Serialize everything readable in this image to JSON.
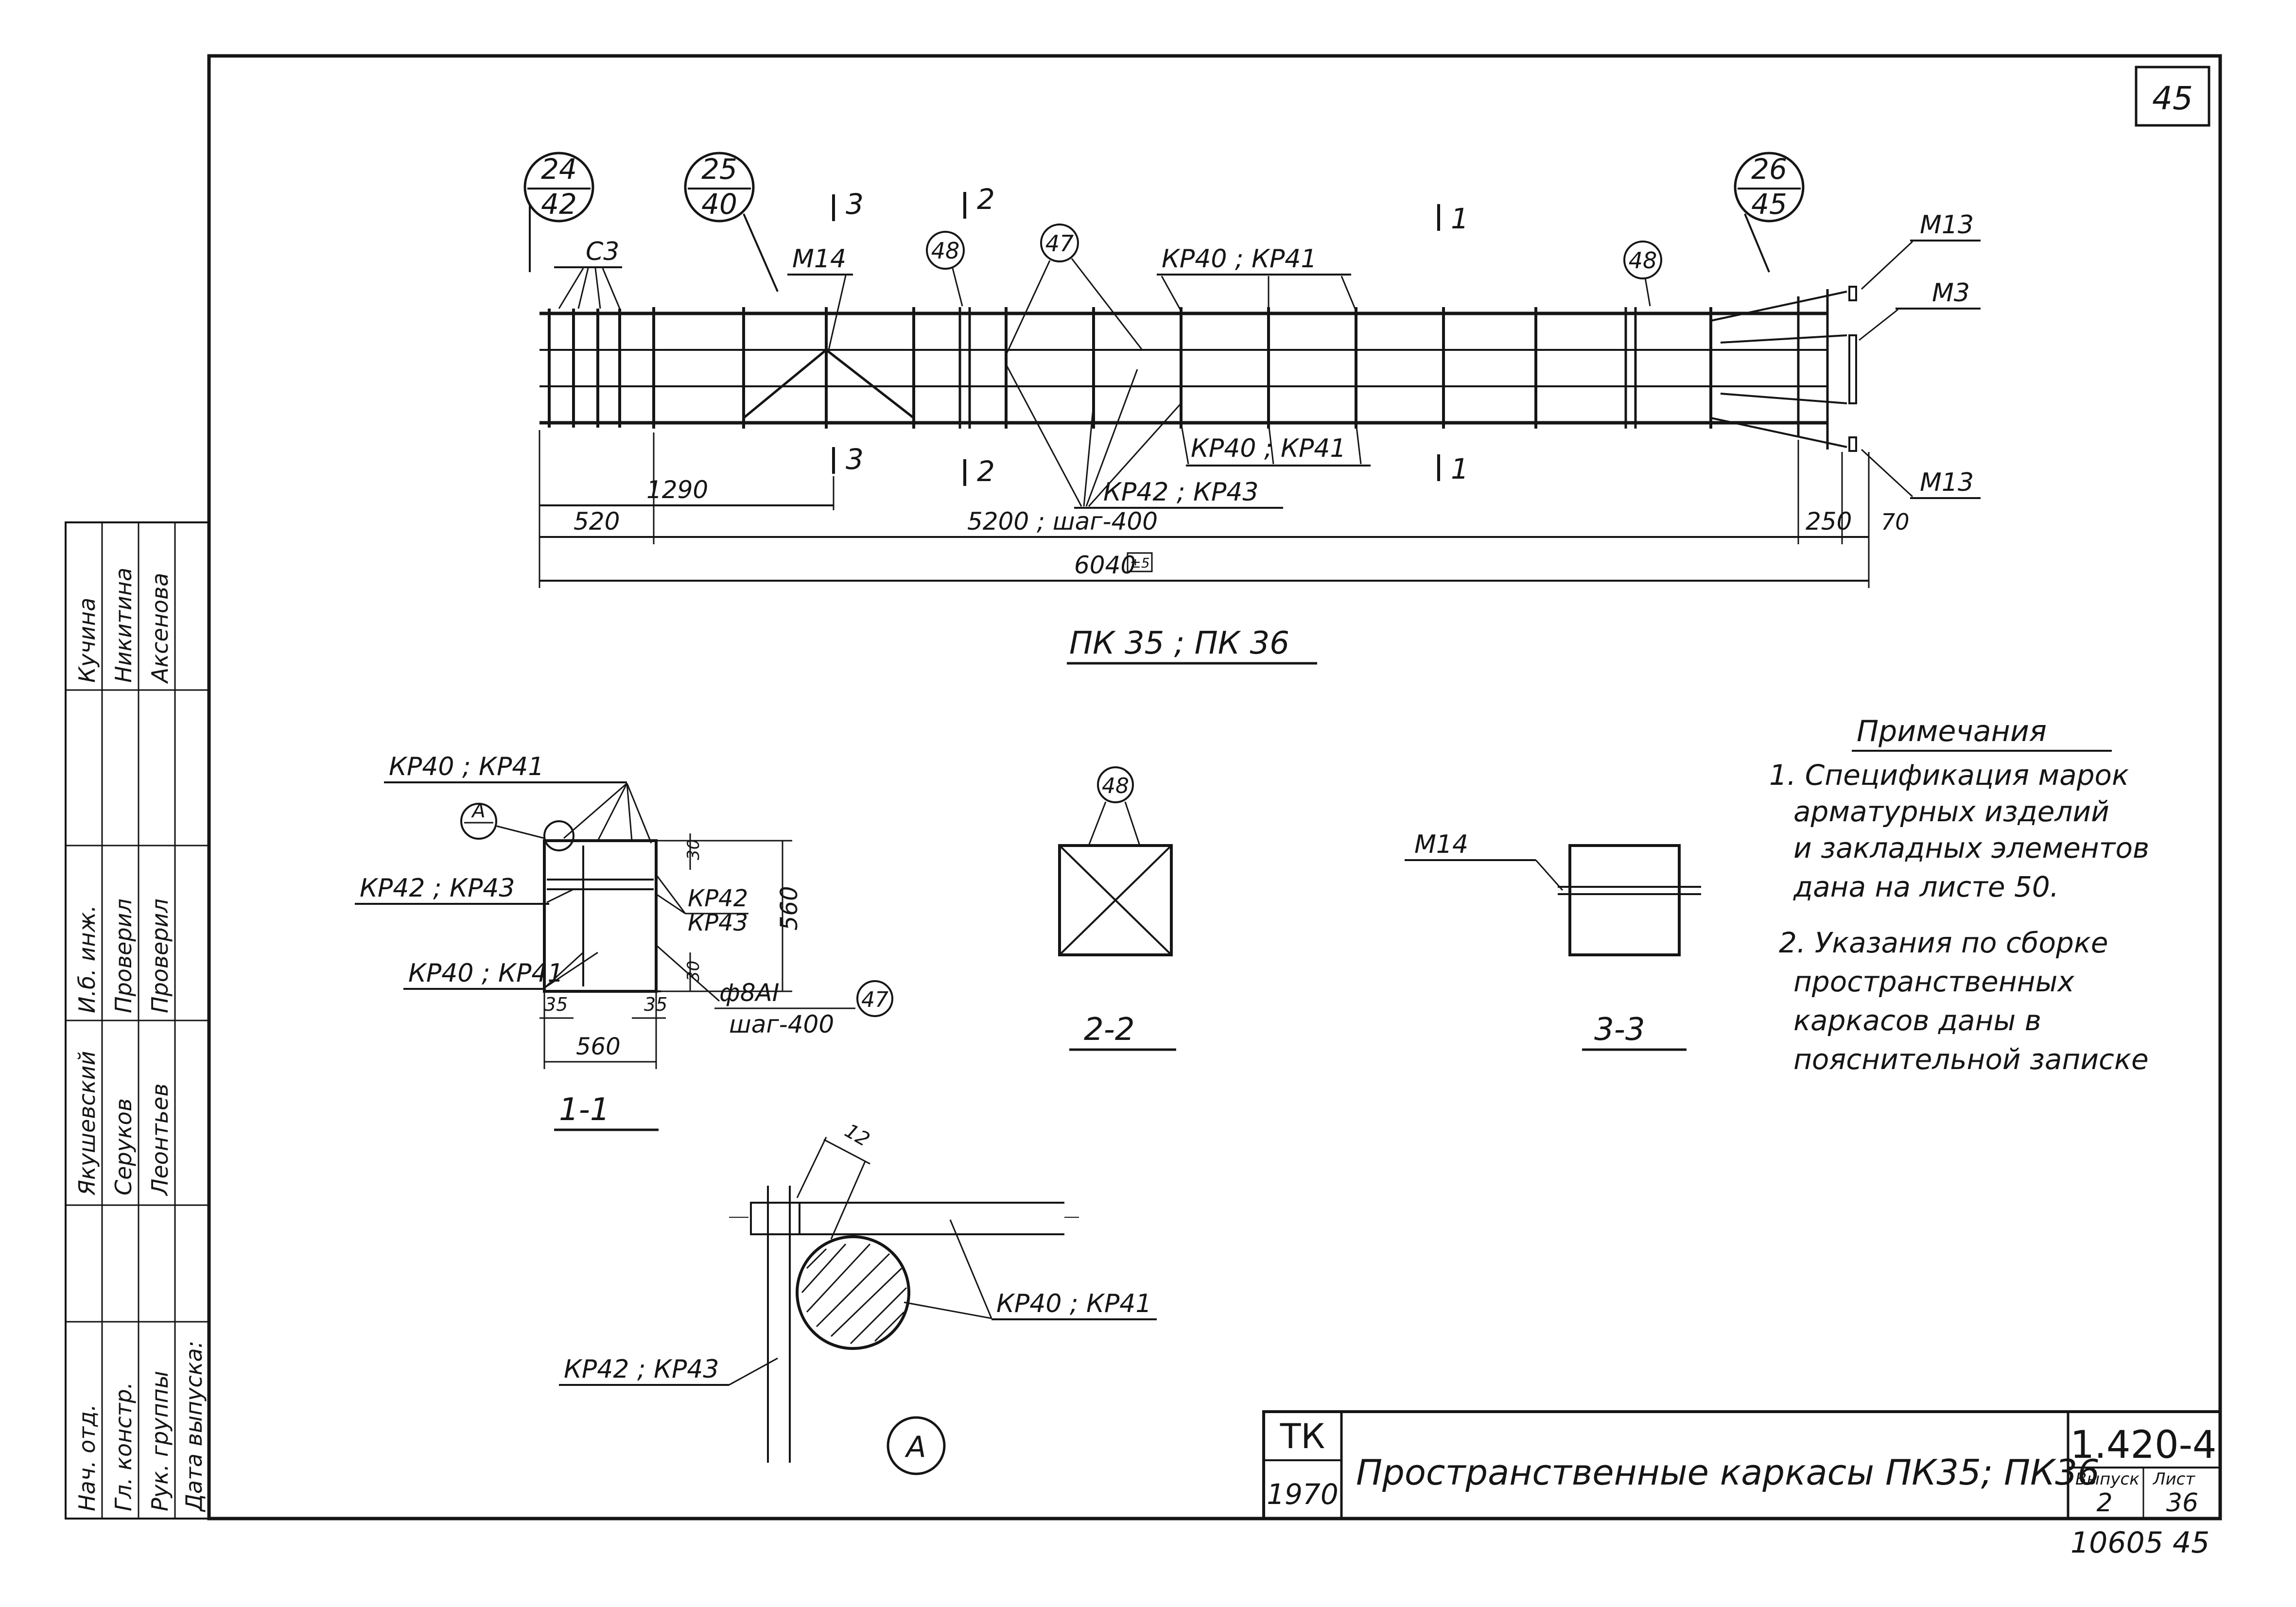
{
  "sheet": {
    "number": "45"
  },
  "main_view": {
    "title": "ПК 35 ; ПК 36",
    "callout_1": {
      "top": "24",
      "bottom": "42"
    },
    "callout_2": {
      "top": "25",
      "bottom": "40"
    },
    "callout_3": {
      "top": "26",
      "bottom": "45"
    },
    "marker_48": "48",
    "marker_47": "47",
    "label_c3": "С3",
    "label_m14": "М14",
    "label_kr40_top": "КР40 ; КР41",
    "label_kr40_bottom": "КР40 ; КР41",
    "label_kr42": "КР42 ; КР43",
    "label_m13_top": "М13",
    "label_m3": "М3",
    "label_m13_bottom": "М13",
    "cut_1": "1",
    "cut_2": "2",
    "cut_3": "3",
    "dim_1290": "1290",
    "dim_520": "520",
    "dim_5200": "5200 ; шаг-400",
    "dim_250": "250",
    "dim_70": "70",
    "dim_6040": "6040",
    "dim_6040_tol": "±5"
  },
  "section_1_1": {
    "title": "1-1",
    "label_kr40_top": "КР40 ; КР41",
    "label_kr42_left": "КР42 ; КР43",
    "label_kr40_bottom": "КР40 ; КР41",
    "label_kr42_right": "КР42",
    "label_kr43_right": "КР43",
    "marker_a": "А",
    "dim_30_top": "30",
    "dim_560_v": "560",
    "dim_30_bottom": "30",
    "dim_35_left": "35",
    "dim_35_right": "35",
    "dim_560_h": "560",
    "rebar_note_1": "ф8АI",
    "rebar_note_2": "шаг-400",
    "marker_47": "47"
  },
  "section_2_2": {
    "title": "2-2",
    "marker_48": "48"
  },
  "section_3_3": {
    "title": "3-3",
    "label_m14": "М14"
  },
  "detail_a": {
    "marker": "А",
    "dim_12": "12",
    "label_kr40": "КР40 ; КР41",
    "label_kr42": "КР42 ; КР43"
  },
  "notes": {
    "heading": "Примечания",
    "lines": [
      "1. Спецификация марок",
      "арматурных изделий",
      "и закладных элементов",
      "дана на листе 50.",
      "2. Указания по сборке",
      "пространственных",
      "каркасов даны в",
      "пояснительной записке"
    ]
  },
  "signatures": {
    "col_roles": [
      "Нач. отд.",
      "Гл. констр.",
      "Рук. группы",
      "Дата выпуска:"
    ],
    "col_names": [
      "Якушевский",
      "Серуков",
      "Леонтьев"
    ],
    "col_roles2": [
      "И.б. инж.",
      "Проверил",
      "Проверил"
    ],
    "col_names2": [
      "Кучина",
      "Никитина",
      "Аксенова"
    ]
  },
  "title_block": {
    "org": "ТК",
    "year": "1970",
    "title": "Пространственные каркасы ПК35; ПК36",
    "series": "1.420-4",
    "issue_label": "Выпуск",
    "issue": "2",
    "sheet_label": "Лист",
    "sheet": "36",
    "doc_number": "10605",
    "page": "45"
  }
}
